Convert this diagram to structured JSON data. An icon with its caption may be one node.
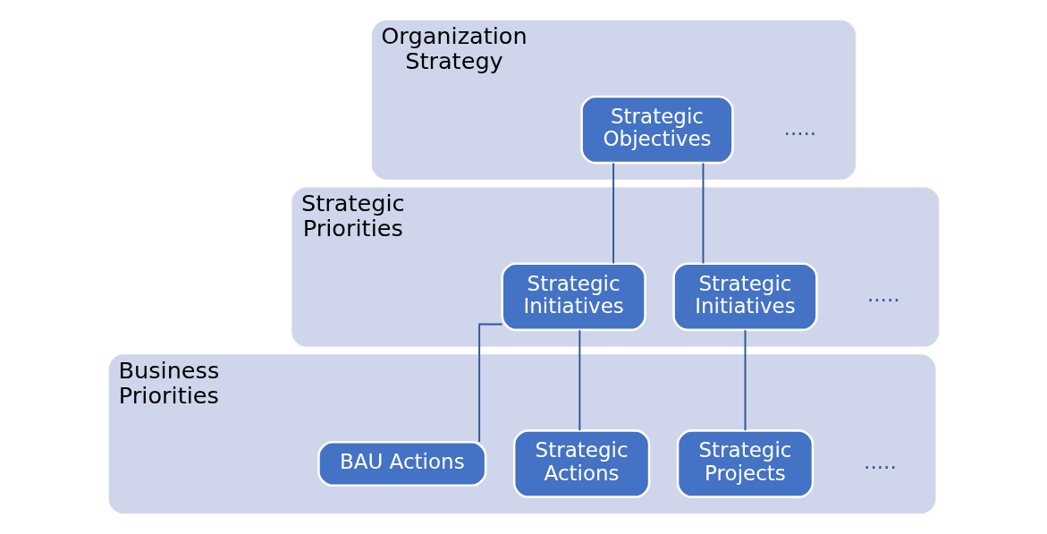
{
  "diagram": {
    "nodes": [
      {
        "text": [
          "Organization Strategy"
        ]
      },
      {
        "text": [
          "Strategic Objectives"
        ],
        "in": 0
      },
      {
        "text": [
          "Strategic Priorities"
        ]
      },
      {
        "text": [
          "Strategic Initiatives"
        ],
        "in": 2
      },
      {
        "text": [
          "Strategic Initiatives"
        ],
        "in": 2
      },
      {
        "text": [
          "Business Priorities"
        ]
      },
      {
        "text": [
          "BAU Actions"
        ],
        "in": 5
      },
      {
        "text": [
          "Strategic Actions"
        ],
        "in": 5
      },
      {
        "text": [
          "Strategic Projects"
        ],
        "in": 5
      }
    ],
    "edges": [
      {
        "from": 1,
        "to": 3,
        "arrow": "none"
      },
      {
        "from": 1,
        "to": 4,
        "arrow": "none"
      },
      {
        "from": 3,
        "to": 6,
        "arrow": "none"
      },
      {
        "from": 3,
        "to": 7,
        "arrow": "none"
      },
      {
        "from": 4,
        "to": 8,
        "arrow": "none"
      }
    ],
    "labels": [
      ".....",
      ".....",
      "....."
    ]
  }
}
